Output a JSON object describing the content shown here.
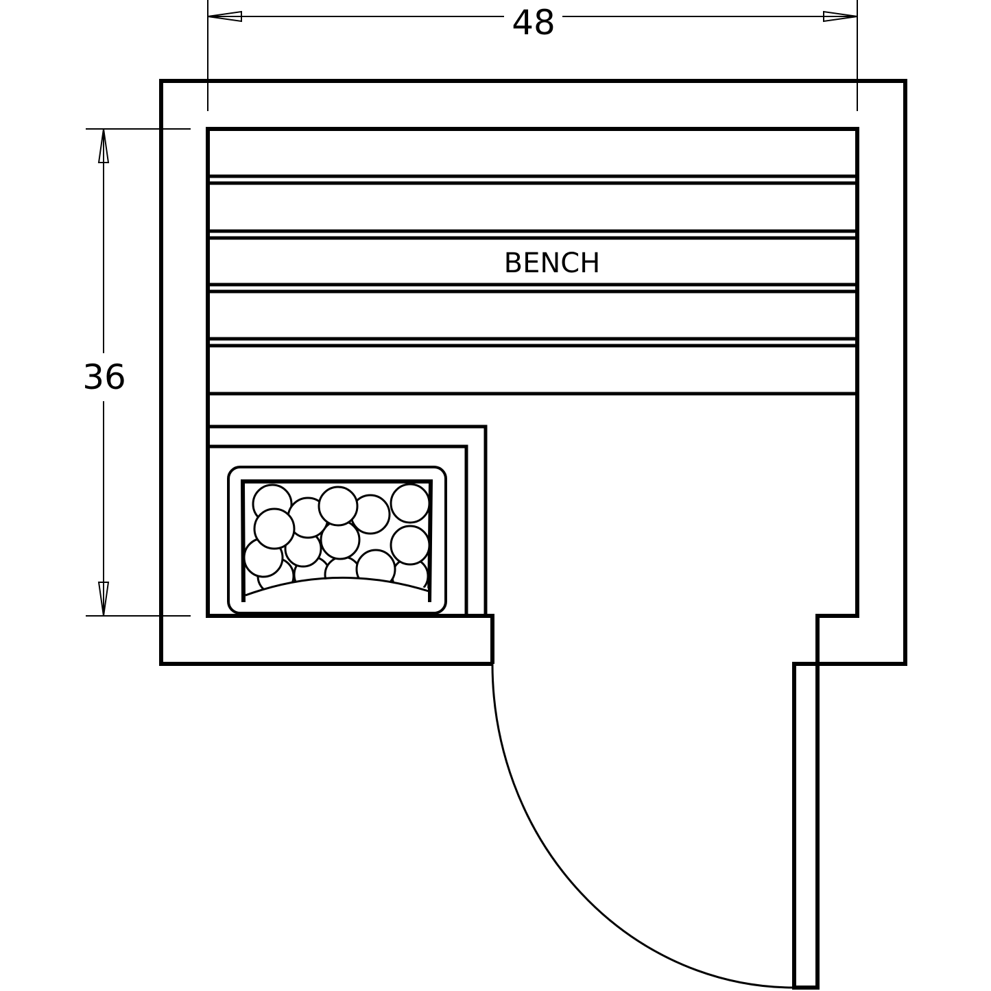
{
  "dimensions": {
    "width_label": "48",
    "depth_label": "36"
  },
  "labels": {
    "bench": "BENCH"
  },
  "colors": {
    "line": "#000000",
    "background": "#ffffff"
  },
  "stones": 15
}
